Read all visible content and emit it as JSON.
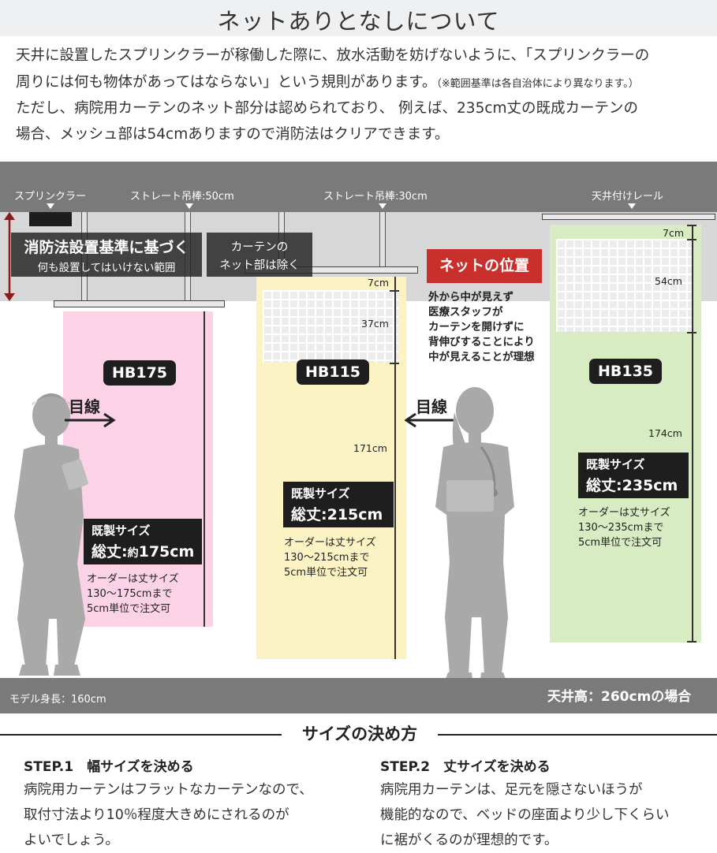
{
  "title": "ネットありとなしについて",
  "intro": {
    "line1": "天井に設置したスプリンクラーが稼働した際に、放水活動を妨げないように、「スプリンクラーの",
    "line2": "周りには何も物体があってはならない」という規則があります。",
    "line2_note": "（※範囲基準は各自治体により異なります。）",
    "line3": "ただし、病院用カーテンのネット部分は認められており、 例えば、235cm丈の既成カーテンの",
    "line4": "場合、メッシュ部は54cmありますので消防法はクリアできます。"
  },
  "diagram": {
    "top_labels": {
      "sprinkler": "スプリンクラー",
      "rod50": "ストレート吊棒:50cm",
      "rod30": "ストレート吊棒:30cm",
      "rail": "天井付けレール"
    },
    "fire_zone": {
      "line1": "消防法設置基準に基づく",
      "line2": "何も設置してはいけない範囲"
    },
    "curtain_net_excluded": {
      "line1": "カーテンの",
      "line2": "ネット部は除く"
    },
    "net_position": {
      "label": "ネットの位置",
      "desc": "外から中が見えず\n医療スタッフが\nカーテンを開けずに\n背伸びすることにより\n中が見えることが理想"
    },
    "eye_line": "目線",
    "curtains": [
      {
        "model": "HB175",
        "size_title": "既製サイズ",
        "length_prefix": "総丈:",
        "length_approx": "約",
        "length": "175cm",
        "order_note": "オーダーは丈サイズ\n130〜175cmまで\n5cm単位で注文可",
        "color": "#fcd3e6"
      },
      {
        "model": "HB115",
        "size_title": "既製サイズ",
        "length_prefix": "総丈:",
        "length_approx": "",
        "length": "215cm",
        "order_note": "オーダーは丈サイズ\n130〜215cmまで\n5cm単位で注文可",
        "color": "#fbf3c4",
        "dims": {
          "top": "7cm",
          "mesh": "37cm",
          "body": "171cm"
        }
      },
      {
        "model": "HB135",
        "size_title": "既製サイズ",
        "length_prefix": "総丈:",
        "length_approx": "",
        "length": "235cm",
        "order_note": "オーダーは丈サイズ\n130〜235cmまで\n5cm単位で注文可",
        "color": "#d8ecc4",
        "dims": {
          "top": "7cm",
          "mesh": "54cm",
          "body": "174cm"
        }
      }
    ],
    "model_height": "モデル身長：160cm",
    "ceiling_height": "天井高：260cmの場合"
  },
  "how_to": {
    "title": "サイズの決め方",
    "step1": {
      "heading": "STEP.1　幅サイズを決める",
      "text": "病院用カーテンはフラットなカーテンなので、\n取付寸法より10％程度大きめにされるのが\nよいでしょう。"
    },
    "step2": {
      "heading": "STEP.2　丈サイズを決める",
      "text": "病院用カーテンは、足元を隠さないほうが\n機能的なので、ベッドの座面より少し下くらい\nに裾がくるのが理想的です。"
    }
  },
  "colors": {
    "accent_red": "#c9302c",
    "gray_band": "#7a7a7a",
    "zone_gray": "#d7d7d7",
    "pink": "#fcd3e6",
    "yellow": "#fbf3c4",
    "green": "#d8ecc4"
  },
  "icons": [
    "arrow-right-icon",
    "arrow-left-icon",
    "person-silhouette-icon",
    "nurse-silhouette-icon",
    "sprinkler-icon"
  ]
}
